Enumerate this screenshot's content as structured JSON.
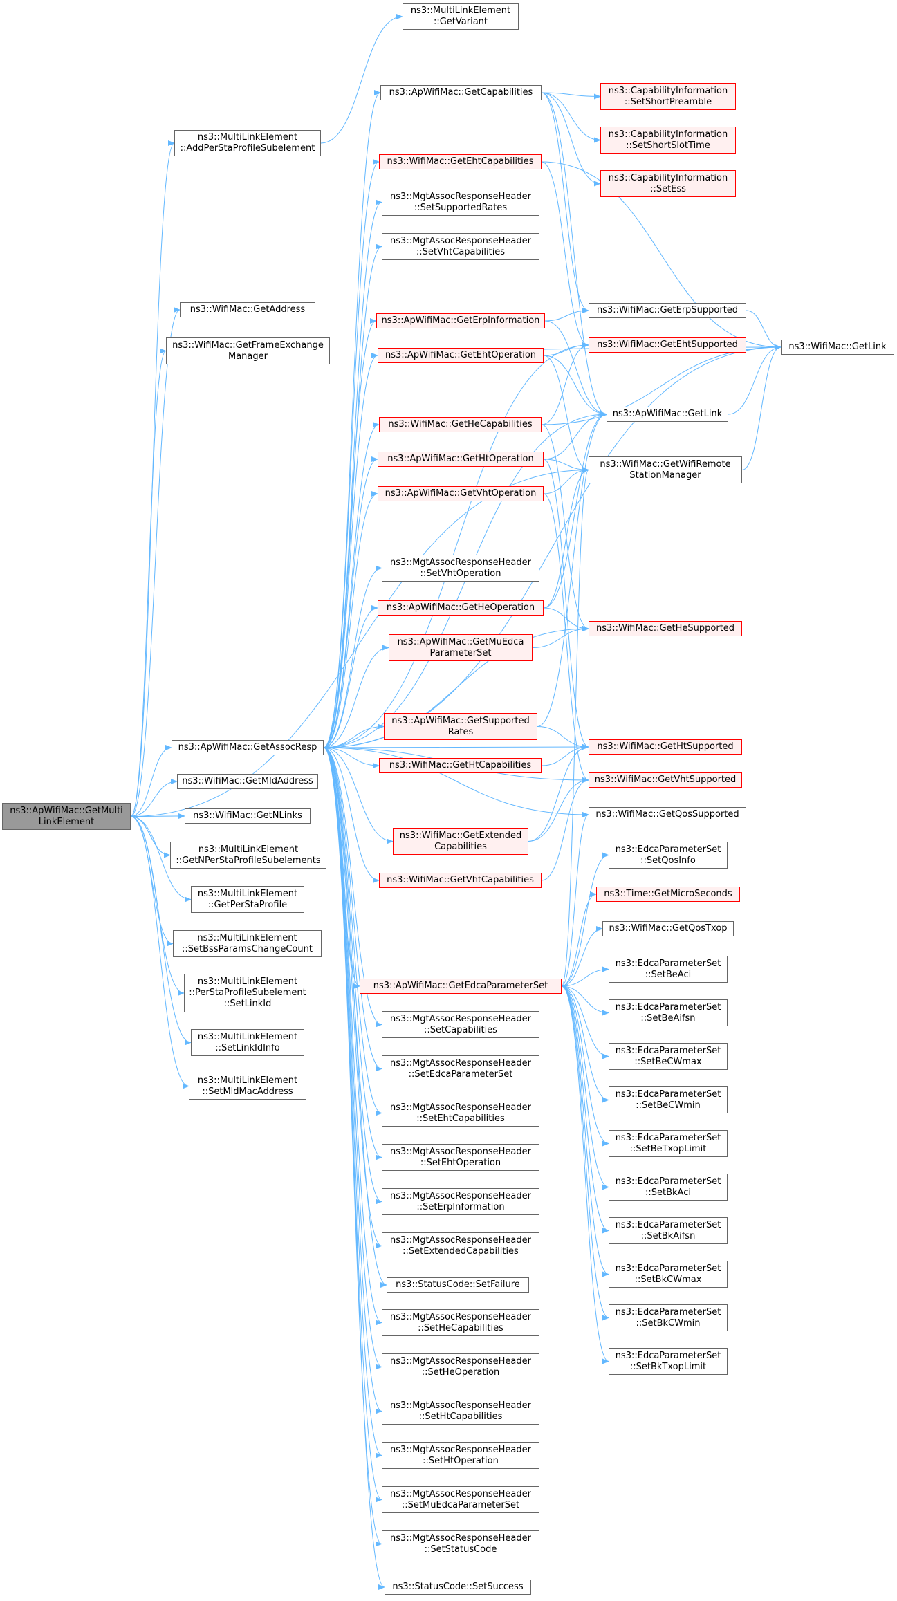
{
  "colors": {
    "edge": "#63b8ff",
    "node_border": "#666666",
    "incomplete_border": "#ff0000",
    "incomplete_fill": "#fff0f0",
    "root_fill": "#999999"
  },
  "nodes": {
    "root": "ns3::ApWifiMac::GetMulti\nLinkElement",
    "mle_getvariant": "ns3::MultiLinkElement\n::GetVariant",
    "mle_addpersta": "ns3::MultiLinkElement\n::AddPerStaProfileSubelement",
    "wm_getaddress": "ns3::WifiMac::GetAddress",
    "wm_getfem": "ns3::WifiMac::GetFrameExchange\nManager",
    "ap_getassocresp": "ns3::ApWifiMac::GetAssocResp",
    "wm_getmldaddress": "ns3::WifiMac::GetMldAddress",
    "wm_getnlinks": "ns3::WifiMac::GetNLinks",
    "mle_getnpersta": "ns3::MultiLinkElement\n::GetNPerStaProfileSubelements",
    "mle_getpersta": "ns3::MultiLinkElement\n::GetPerStaProfile",
    "mle_setbss": "ns3::MultiLinkElement\n::SetBssParamsChangeCount",
    "mle_setlinkid": "ns3::MultiLinkElement\n::PerStaProfileSubelement\n::SetLinkId",
    "mle_setlinkidinfo": "ns3::MultiLinkElement\n::SetLinkIdInfo",
    "mle_setmldmac": "ns3::MultiLinkElement\n::SetMldMacAddress",
    "ap_getcapabilities": "ns3::ApWifiMac::GetCapabilities",
    "wm_getehtcap": "ns3::WifiMac::GetEhtCapabilities",
    "mar_setsuprates": "ns3::MgtAssocResponseHeader\n::SetSupportedRates",
    "mar_setvhtcap": "ns3::MgtAssocResponseHeader\n::SetVhtCapabilities",
    "ap_geterpinfo": "ns3::ApWifiMac::GetErpInformation",
    "ap_getehtop": "ns3::ApWifiMac::GetEhtOperation",
    "wm_gethecap": "ns3::WifiMac::GetHeCapabilities",
    "ap_gethtop": "ns3::ApWifiMac::GetHtOperation",
    "ap_getvhtop": "ns3::ApWifiMac::GetVhtOperation",
    "mar_setvhtop": "ns3::MgtAssocResponseHeader\n::SetVhtOperation",
    "ap_getheop": "ns3::ApWifiMac::GetHeOperation",
    "ap_getmuedca": "ns3::ApWifiMac::GetMuEdca\nParameterSet",
    "ap_getsuprates": "ns3::ApWifiMac::GetSupported\nRates",
    "wm_gethtcap": "ns3::WifiMac::GetHtCapabilities",
    "wm_getextcap": "ns3::WifiMac::GetExtended\nCapabilities",
    "wm_getvhtcap": "ns3::WifiMac::GetVhtCapabilities",
    "ap_getedca": "ns3::ApWifiMac::GetEdcaParameterSet",
    "mar_setcap": "ns3::MgtAssocResponseHeader\n::SetCapabilities",
    "mar_setedca": "ns3::MgtAssocResponseHeader\n::SetEdcaParameterSet",
    "mar_setehtcap": "ns3::MgtAssocResponseHeader\n::SetEhtCapabilities",
    "mar_setehtop": "ns3::MgtAssocResponseHeader\n::SetEhtOperation",
    "mar_seterp": "ns3::MgtAssocResponseHeader\n::SetErpInformation",
    "mar_setext": "ns3::MgtAssocResponseHeader\n::SetExtendedCapabilities",
    "sc_setfailure": "ns3::StatusCode::SetFailure",
    "mar_sethecap": "ns3::MgtAssocResponseHeader\n::SetHeCapabilities",
    "mar_setheop": "ns3::MgtAssocResponseHeader\n::SetHeOperation",
    "mar_sethtcap": "ns3::MgtAssocResponseHeader\n::SetHtCapabilities",
    "mar_sethtop": "ns3::MgtAssocResponseHeader\n::SetHtOperation",
    "mar_setmuedca": "ns3::MgtAssocResponseHeader\n::SetMuEdcaParameterSet",
    "mar_setstatus": "ns3::MgtAssocResponseHeader\n::SetStatusCode",
    "sc_setsuccess": "ns3::StatusCode::SetSuccess",
    "ci_setshortpre": "ns3::CapabilityInformation\n::SetShortPreamble",
    "ci_setshortslot": "ns3::CapabilityInformation\n::SetShortSlotTime",
    "ci_setess": "ns3::CapabilityInformation\n::SetEss",
    "wm_geterpsup": "ns3::WifiMac::GetErpSupported",
    "wm_getehtsup": "ns3::WifiMac::GetEhtSupported",
    "ap_getlink": "ns3::ApWifiMac::GetLink",
    "wm_getrsm": "ns3::WifiMac::GetWifiRemote\nStationManager",
    "wm_gethesup": "ns3::WifiMac::GetHeSupported",
    "wm_gethtsup": "ns3::WifiMac::GetHtSupported",
    "wm_getvhtsup": "ns3::WifiMac::GetVhtSupported",
    "wm_getqossup": "ns3::WifiMac::GetQosSupported",
    "eps_setqosinfo": "ns3::EdcaParameterSet\n::SetQosInfo",
    "time_getmicro": "ns3::Time::GetMicroSeconds",
    "wm_getqostxop": "ns3::WifiMac::GetQosTxop",
    "eps_setbeaci": "ns3::EdcaParameterSet\n::SetBeAci",
    "eps_setbeaifsn": "ns3::EdcaParameterSet\n::SetBeAifsn",
    "eps_setbecwmax": "ns3::EdcaParameterSet\n::SetBeCWmax",
    "eps_setbecwmin": "ns3::EdcaParameterSet\n::SetBeCWmin",
    "eps_setbetxop": "ns3::EdcaParameterSet\n::SetBeTxopLimit",
    "eps_setbkaci": "ns3::EdcaParameterSet\n::SetBkAci",
    "eps_setbkaifsn": "ns3::EdcaParameterSet\n::SetBkAifsn",
    "eps_setbkcwmax": "ns3::EdcaParameterSet\n::SetBkCWmax",
    "eps_setbkcwmin": "ns3::EdcaParameterSet\n::SetBkCWmin",
    "eps_setbktxop": "ns3::EdcaParameterSet\n::SetBkTxopLimit",
    "wm_getlink": "ns3::WifiMac::GetLink"
  },
  "incomplete_nodes": [
    "wm_getehtcap",
    "ap_geterpinfo",
    "ap_getehtop",
    "wm_gethecap",
    "ap_gethtop",
    "ap_getvhtop",
    "ap_getheop",
    "ap_getmuedca",
    "ap_getsuprates",
    "wm_gethtcap",
    "wm_getextcap",
    "wm_getvhtcap",
    "ap_getedca",
    "ci_setshortpre",
    "ci_setshortslot",
    "ci_setess",
    "wm_getehtsup",
    "wm_gethesup",
    "wm_gethtsup",
    "wm_getvhtsup",
    "time_getmicro"
  ],
  "edges": [
    [
      "root",
      "mle_addpersta"
    ],
    [
      "root",
      "wm_getaddress"
    ],
    [
      "root",
      "wm_getfem"
    ],
    [
      "root",
      "ap_getassocresp"
    ],
    [
      "root",
      "wm_getmldaddress"
    ],
    [
      "root",
      "wm_getnlinks"
    ],
    [
      "root",
      "mle_getnpersta"
    ],
    [
      "root",
      "mle_getpersta"
    ],
    [
      "root",
      "mle_setbss"
    ],
    [
      "root",
      "mle_setlinkid"
    ],
    [
      "root",
      "mle_setlinkidinfo"
    ],
    [
      "root",
      "mle_setmldmac"
    ],
    [
      "root",
      "wm_getrsm"
    ],
    [
      "mle_addpersta",
      "mle_getvariant"
    ],
    [
      "wm_getfem",
      "wm_getlink"
    ],
    [
      "ap_getassocresp",
      "ap_getcapabilities"
    ],
    [
      "ap_getassocresp",
      "wm_getehtcap"
    ],
    [
      "ap_getassocresp",
      "mar_setsuprates"
    ],
    [
      "ap_getassocresp",
      "mar_setvhtcap"
    ],
    [
      "ap_getassocresp",
      "ap_geterpinfo"
    ],
    [
      "ap_getassocresp",
      "ap_getehtop"
    ],
    [
      "ap_getassocresp",
      "wm_gethecap"
    ],
    [
      "ap_getassocresp",
      "ap_gethtop"
    ],
    [
      "ap_getassocresp",
      "ap_getvhtop"
    ],
    [
      "ap_getassocresp",
      "mar_setvhtop"
    ],
    [
      "ap_getassocresp",
      "ap_getheop"
    ],
    [
      "ap_getassocresp",
      "ap_getmuedca"
    ],
    [
      "ap_getassocresp",
      "ap_getsuprates"
    ],
    [
      "ap_getassocresp",
      "wm_gethtcap"
    ],
    [
      "ap_getassocresp",
      "wm_getextcap"
    ],
    [
      "ap_getassocresp",
      "wm_getvhtcap"
    ],
    [
      "ap_getassocresp",
      "ap_getedca"
    ],
    [
      "ap_getassocresp",
      "mar_setcap"
    ],
    [
      "ap_getassocresp",
      "mar_setedca"
    ],
    [
      "ap_getassocresp",
      "mar_setehtcap"
    ],
    [
      "ap_getassocresp",
      "mar_setehtop"
    ],
    [
      "ap_getassocresp",
      "mar_seterp"
    ],
    [
      "ap_getassocresp",
      "mar_setext"
    ],
    [
      "ap_getassocresp",
      "sc_setfailure"
    ],
    [
      "ap_getassocresp",
      "mar_sethecap"
    ],
    [
      "ap_getassocresp",
      "mar_setheop"
    ],
    [
      "ap_getassocresp",
      "mar_sethtcap"
    ],
    [
      "ap_getassocresp",
      "mar_sethtop"
    ],
    [
      "ap_getassocresp",
      "mar_setmuedca"
    ],
    [
      "ap_getassocresp",
      "mar_setstatus"
    ],
    [
      "ap_getassocresp",
      "sc_setsuccess"
    ],
    [
      "ap_getassocresp",
      "wm_getehtsup"
    ],
    [
      "ap_getassocresp",
      "wm_gethesup"
    ],
    [
      "ap_getassocresp",
      "wm_gethtsup"
    ],
    [
      "ap_getassocresp",
      "wm_getvhtsup"
    ],
    [
      "ap_getassocresp",
      "wm_getqossup"
    ],
    [
      "ap_getassocresp",
      "ap_getlink"
    ],
    [
      "ap_getassocresp",
      "wm_getlink"
    ],
    [
      "ap_getcapabilities",
      "ci_setshortpre"
    ],
    [
      "ap_getcapabilities",
      "ci_setshortslot"
    ],
    [
      "ap_getcapabilities",
      "ci_setess"
    ],
    [
      "ap_getcapabilities",
      "wm_geterpsup"
    ],
    [
      "ap_getcapabilities",
      "ap_getlink"
    ],
    [
      "wm_getehtcap",
      "wm_getehtsup"
    ],
    [
      "wm_getehtcap",
      "wm_getlink"
    ],
    [
      "ap_geterpinfo",
      "wm_geterpsup"
    ],
    [
      "ap_geterpinfo",
      "ap_getlink"
    ],
    [
      "ap_getehtop",
      "wm_getehtsup"
    ],
    [
      "ap_getehtop",
      "ap_getlink"
    ],
    [
      "ap_getehtop",
      "wm_getrsm"
    ],
    [
      "wm_gethecap",
      "wm_gethesup"
    ],
    [
      "wm_gethecap",
      "wm_getlink"
    ],
    [
      "wm_gethecap",
      "wm_getehtsup"
    ],
    [
      "ap_gethtop",
      "wm_getrsm"
    ],
    [
      "ap_gethtop",
      "ap_getlink"
    ],
    [
      "ap_gethtop",
      "wm_gethtsup"
    ],
    [
      "ap_getvhtop",
      "wm_getrsm"
    ],
    [
      "ap_getvhtop",
      "wm_getvhtsup"
    ],
    [
      "ap_getheop",
      "wm_gethesup"
    ],
    [
      "ap_getheop",
      "wm_getrsm"
    ],
    [
      "ap_getheop",
      "ap_getlink"
    ],
    [
      "ap_getmuedca",
      "wm_gethesup"
    ],
    [
      "ap_getsuprates",
      "wm_gethtsup"
    ],
    [
      "ap_getsuprates",
      "ap_getlink"
    ],
    [
      "wm_gethtcap",
      "wm_gethtsup"
    ],
    [
      "wm_getextcap",
      "wm_gethtsup"
    ],
    [
      "wm_getextcap",
      "wm_getvhtsup"
    ],
    [
      "wm_getvhtcap",
      "wm_getvhtsup"
    ],
    [
      "ap_getedca",
      "eps_setqosinfo"
    ],
    [
      "ap_getedca",
      "time_getmicro"
    ],
    [
      "ap_getedca",
      "wm_getqostxop"
    ],
    [
      "ap_getedca",
      "wm_getqossup"
    ],
    [
      "ap_getedca",
      "wm_getrsm"
    ],
    [
      "ap_getedca",
      "eps_setbeaci"
    ],
    [
      "ap_getedca",
      "eps_setbeaifsn"
    ],
    [
      "ap_getedca",
      "eps_setbecwmax"
    ],
    [
      "ap_getedca",
      "eps_setbecwmin"
    ],
    [
      "ap_getedca",
      "eps_setbetxop"
    ],
    [
      "ap_getedca",
      "eps_setbkaci"
    ],
    [
      "ap_getedca",
      "eps_setbkaifsn"
    ],
    [
      "ap_getedca",
      "eps_setbkcwmax"
    ],
    [
      "ap_getedca",
      "eps_setbkcwmin"
    ],
    [
      "ap_getedca",
      "eps_setbktxop"
    ],
    [
      "wm_geterpsup",
      "wm_getlink"
    ],
    [
      "ap_getlink",
      "wm_getlink"
    ],
    [
      "wm_getrsm",
      "wm_getlink"
    ]
  ]
}
